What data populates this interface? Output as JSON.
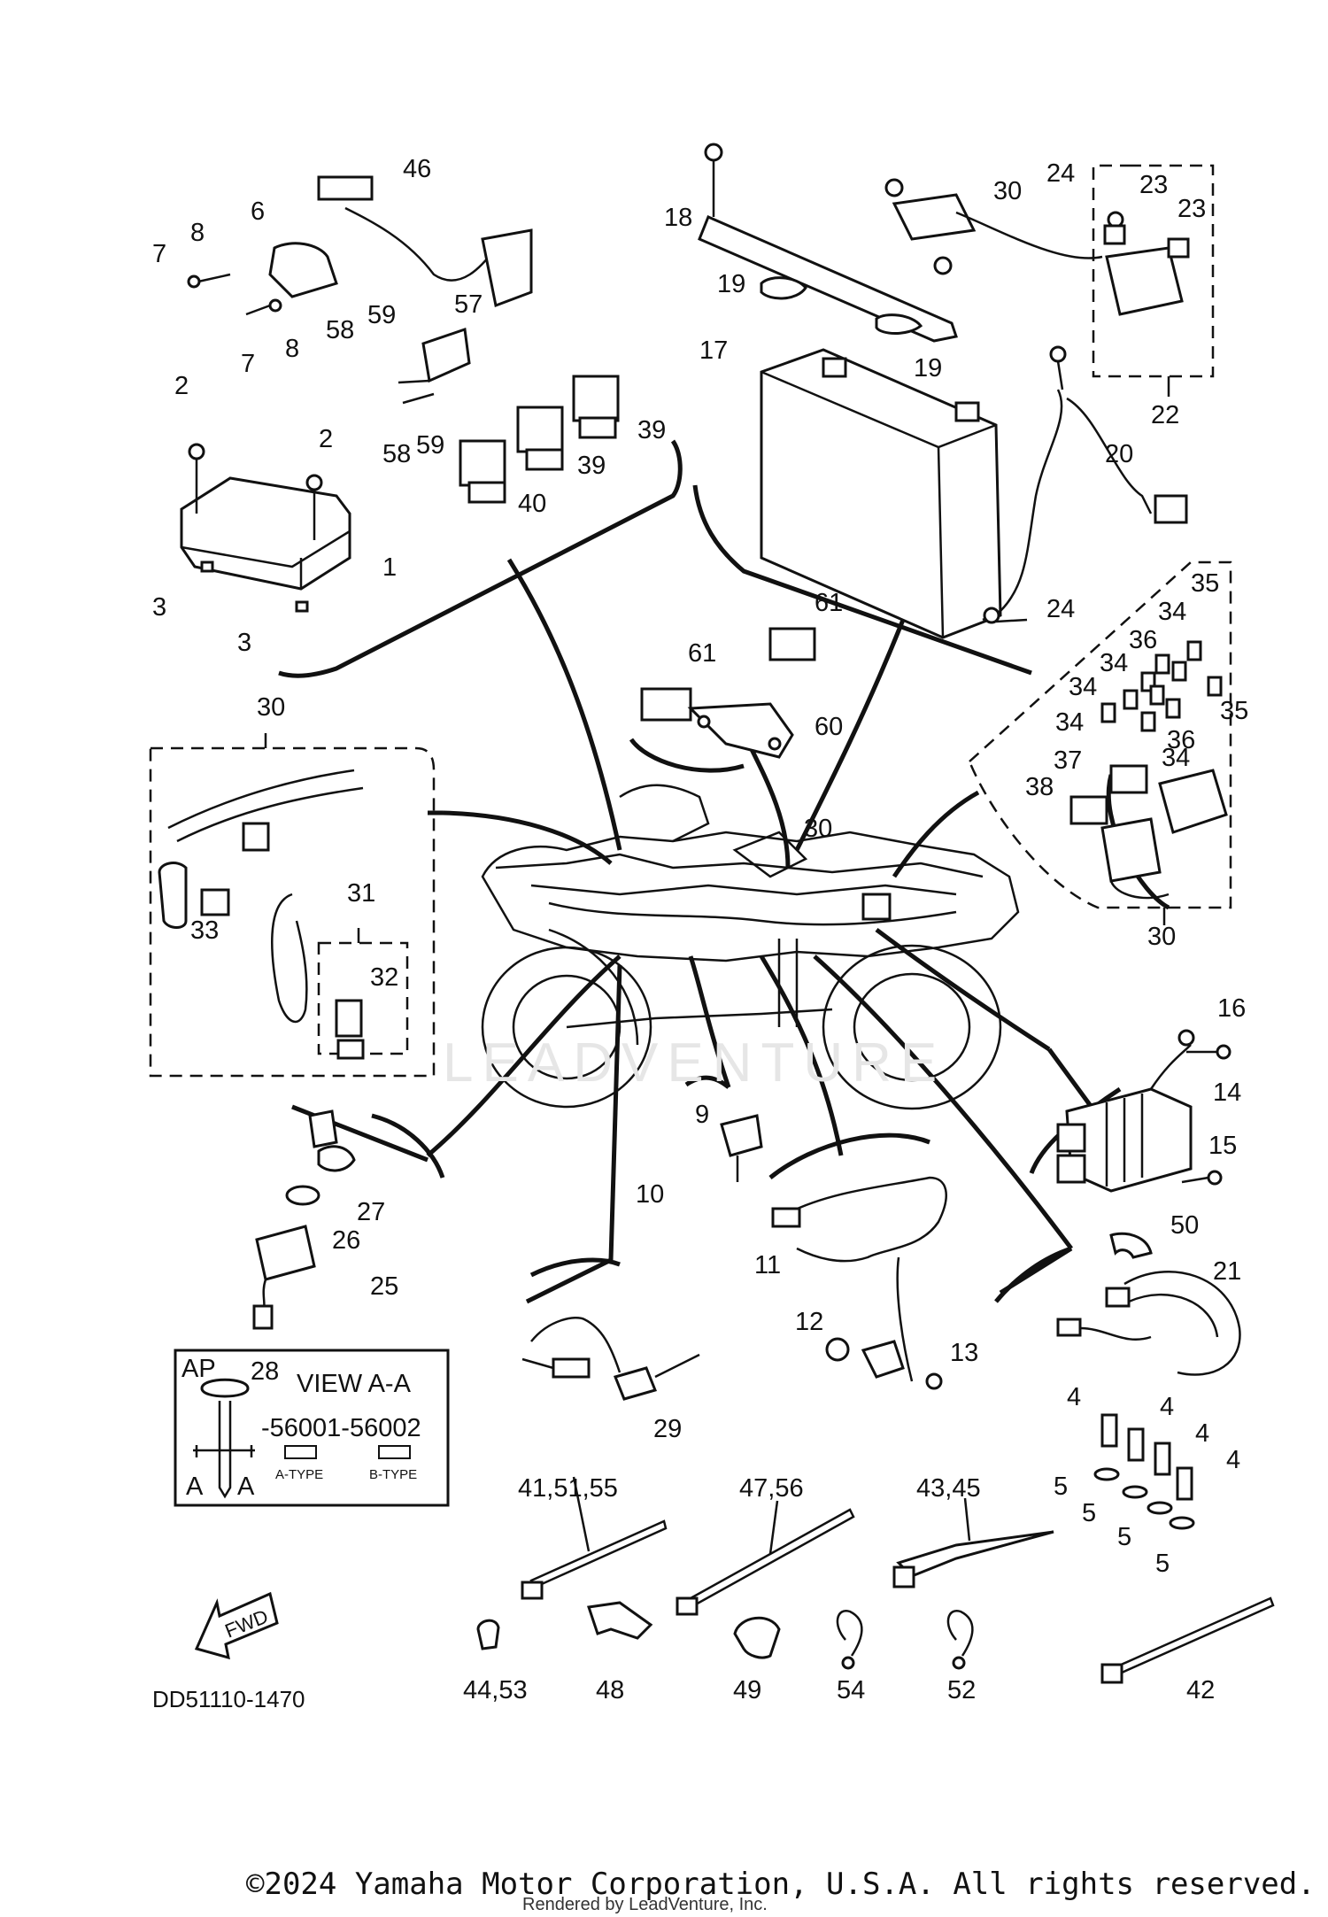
{
  "callouts": [
    {
      "id": "c46",
      "text": "46"
    },
    {
      "id": "c6",
      "text": "6"
    },
    {
      "id": "c8a",
      "text": "8"
    },
    {
      "id": "c7a",
      "text": "7"
    },
    {
      "id": "c7b",
      "text": "7"
    },
    {
      "id": "c8b",
      "text": "8"
    },
    {
      "id": "c57",
      "text": "57"
    },
    {
      "id": "c58a",
      "text": "58"
    },
    {
      "id": "c59a",
      "text": "59"
    },
    {
      "id": "c58b",
      "text": "58"
    },
    {
      "id": "c59b",
      "text": "59"
    },
    {
      "id": "c2a",
      "text": "2"
    },
    {
      "id": "c2b",
      "text": "2"
    },
    {
      "id": "c1",
      "text": "1"
    },
    {
      "id": "c3a",
      "text": "3"
    },
    {
      "id": "c3b",
      "text": "3"
    },
    {
      "id": "c39a",
      "text": "39"
    },
    {
      "id": "c39b",
      "text": "39"
    },
    {
      "id": "c40",
      "text": "40"
    },
    {
      "id": "c18",
      "text": "18"
    },
    {
      "id": "c30a",
      "text": "30"
    },
    {
      "id": "c24a",
      "text": "24"
    },
    {
      "id": "c23a",
      "text": "23"
    },
    {
      "id": "c23b",
      "text": "23"
    },
    {
      "id": "c19a",
      "text": "19"
    },
    {
      "id": "c19b",
      "text": "19"
    },
    {
      "id": "c17",
      "text": "17"
    },
    {
      "id": "c20",
      "text": "20"
    },
    {
      "id": "c22",
      "text": "22"
    },
    {
      "id": "c24b",
      "text": "24"
    },
    {
      "id": "c35a",
      "text": "35"
    },
    {
      "id": "c34a",
      "text": "34"
    },
    {
      "id": "c36a",
      "text": "36"
    },
    {
      "id": "c34b",
      "text": "34"
    },
    {
      "id": "c34c",
      "text": "34"
    },
    {
      "id": "c35b",
      "text": "35"
    },
    {
      "id": "c34d",
      "text": "34"
    },
    {
      "id": "c36b",
      "text": "36"
    },
    {
      "id": "c34e",
      "text": "34"
    },
    {
      "id": "c37",
      "text": "37"
    },
    {
      "id": "c38",
      "text": "38"
    },
    {
      "id": "c30b",
      "text": "30"
    },
    {
      "id": "c61a",
      "text": "61"
    },
    {
      "id": "c61b",
      "text": "61"
    },
    {
      "id": "c60",
      "text": "60"
    },
    {
      "id": "c30c",
      "text": "30"
    },
    {
      "id": "c30d",
      "text": "30"
    },
    {
      "id": "c31",
      "text": "31"
    },
    {
      "id": "c33",
      "text": "33"
    },
    {
      "id": "c32",
      "text": "32"
    },
    {
      "id": "c16",
      "text": "16"
    },
    {
      "id": "c14",
      "text": "14"
    },
    {
      "id": "c15",
      "text": "15"
    },
    {
      "id": "c9",
      "text": "9"
    },
    {
      "id": "c10",
      "text": "10"
    },
    {
      "id": "c11",
      "text": "11"
    },
    {
      "id": "c12",
      "text": "12"
    },
    {
      "id": "c13",
      "text": "13"
    },
    {
      "id": "c27",
      "text": "27"
    },
    {
      "id": "c26",
      "text": "26"
    },
    {
      "id": "c25",
      "text": "25"
    },
    {
      "id": "c29",
      "text": "29"
    },
    {
      "id": "c50",
      "text": "50"
    },
    {
      "id": "c21",
      "text": "21"
    },
    {
      "id": "c4a",
      "text": "4"
    },
    {
      "id": "c4b",
      "text": "4"
    },
    {
      "id": "c4c",
      "text": "4"
    },
    {
      "id": "c4d",
      "text": "4"
    },
    {
      "id": "c5a",
      "text": "5"
    },
    {
      "id": "c5b",
      "text": "5"
    },
    {
      "id": "c5c",
      "text": "5"
    },
    {
      "id": "c5d",
      "text": "5"
    },
    {
      "id": "c41",
      "text": "41,51,55"
    },
    {
      "id": "c47",
      "text": "47,56"
    },
    {
      "id": "c43",
      "text": "43,45"
    },
    {
      "id": "c44",
      "text": "44,53"
    },
    {
      "id": "c48",
      "text": "48"
    },
    {
      "id": "c49",
      "text": "49"
    },
    {
      "id": "c54",
      "text": "54"
    },
    {
      "id": "c52",
      "text": "52"
    },
    {
      "id": "c42",
      "text": "42"
    }
  ],
  "key_inset": {
    "ap": "AP",
    "part": "28",
    "view": "VIEW A-A",
    "range": "-56001-56002",
    "section_left": "A",
    "section_right": "A",
    "type_a": "A-TYPE",
    "type_b": "B-TYPE"
  },
  "fwd_label": "FWD",
  "diagram_code": "DD51110-1470",
  "watermark": "LEADVENTURE",
  "copyright": "©2024 Yamaha Motor Corporation, U.S.A. All rights reserved.",
  "rendered_by": "Rendered by LeadVenture, Inc."
}
